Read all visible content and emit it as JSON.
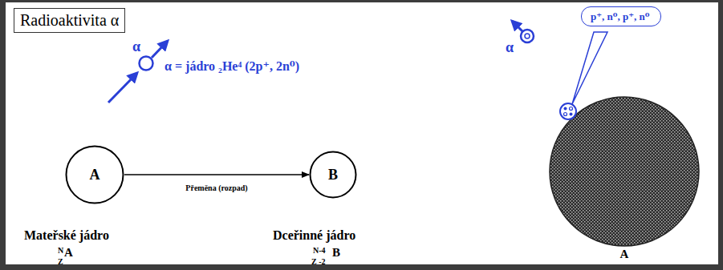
{
  "diagram": {
    "title": "Radioaktivita α",
    "nodes": [
      {
        "text": [
          "A"
        ]
      },
      {
        "text": [
          "B"
        ]
      },
      {
        "text": [
          "A"
        ]
      },
      {
        "text": [
          "p⁺, n⁰, p⁺, n⁰"
        ]
      }
    ],
    "edges": [
      {
        "from": 0,
        "to": 1,
        "arrow": "to",
        "label": "Přeměna (rozpad)"
      }
    ],
    "labels": [
      "α",
      "α = jádro ₂He⁴ (2p⁺, 2n⁰)",
      "Mateřské jádro",
      "N",
      "Z",
      "A",
      "Dceřinné jádro",
      "N-4",
      "Z -2",
      "B",
      "α"
    ]
  }
}
